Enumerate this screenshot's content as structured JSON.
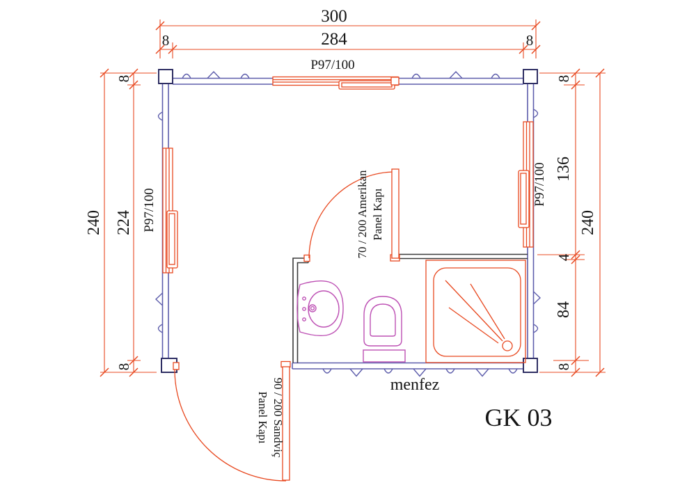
{
  "title": {
    "plan_code": "GK 03"
  },
  "labels": {
    "vent": "menfez",
    "window": "P97/100"
  },
  "doors": {
    "interior": {
      "line1": "70 / 200 Amerikan",
      "line2": "Panel Kapı"
    },
    "exterior": {
      "line1": "90 / 200 Sandviç",
      "line2": "Panel Kapı"
    }
  },
  "dims": {
    "top": {
      "total": "300",
      "segments": [
        "8",
        "284",
        "8"
      ]
    },
    "left": {
      "total": "240",
      "segments": [
        "8",
        "224",
        "8"
      ]
    },
    "right": {
      "total": "240",
      "segments": [
        "8",
        "136",
        "4",
        "84",
        "8"
      ]
    }
  },
  "colors": {
    "wall": "#5d5dab",
    "corner_post": "#2e2e63",
    "accent_red": "#e8481f",
    "fixture_magenta": "#bd50b4",
    "partition": "#3a3a3a",
    "text": "#141414",
    "background": "#ffffff"
  }
}
